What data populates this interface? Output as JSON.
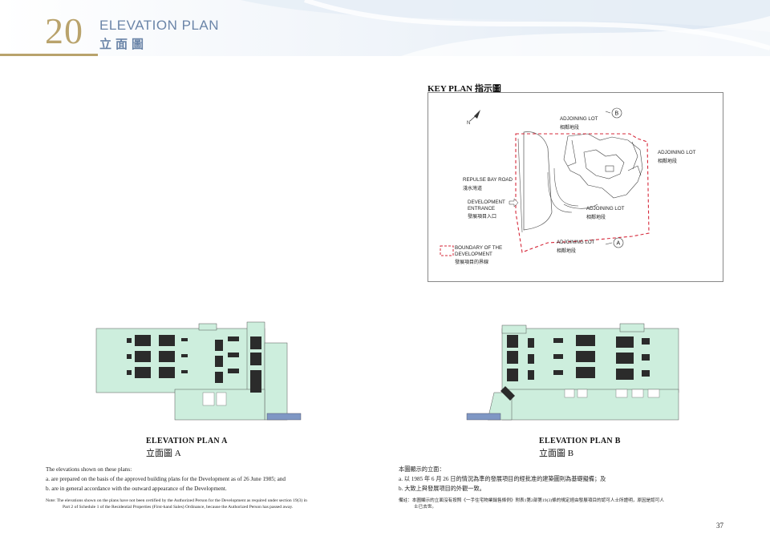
{
  "header": {
    "section_number": "20",
    "title_en": "ELEVATION PLAN",
    "title_zh": "立面圖"
  },
  "key_plan": {
    "title": "KEY PLAN 指示圖",
    "adjoining_lot_top": {
      "en": "ADJOINING LOT",
      "zh": "相鄰地段"
    },
    "adjoining_lot_right": {
      "en": "ADJOINING LOT",
      "zh": "相鄰地段"
    },
    "adjoining_lot_mid": {
      "en": "ADJOINING LOT",
      "zh": "相鄰地段"
    },
    "adjoining_lot_bottom": {
      "en": "ADJOINING LOT",
      "zh": "相鄰地段"
    },
    "road": {
      "en": "REPULSE BAY ROAD",
      "zh": "淺水灣道"
    },
    "entrance": {
      "en_1": "DEVELOPMENT",
      "en_2": "ENTRANCE",
      "zh": "發展項目入口"
    },
    "boundary": {
      "en_1": "BOUNDARY OF THE",
      "en_2": "DEVELOPMENT",
      "zh": "發展項目的界線"
    },
    "marker_a": "A",
    "marker_b": "B",
    "colors": {
      "boundary": "#d6283a",
      "frame": "#888888"
    }
  },
  "elevations": [
    {
      "title_en": "ELEVATION PLAN A",
      "title_zh": "立面圖 A"
    },
    {
      "title_en": "ELEVATION PLAN B",
      "title_zh": "立面圖 B"
    }
  ],
  "notes_en": {
    "intro": "The elevations shown on these plans:",
    "a": "a.  are prepared on the basis of the approved building plans for the Development as of 26 June 1985; and",
    "b": "b.  are in general accordance with the outward appearance of the Development.",
    "note_1": "Note:  The elevations shown on the plans have not been certified by the Authorized Person for the Development as required under section 19(3) in",
    "note_2": "Part 2 of Schedule 1 of the Residential Properties (First-hand Sales) Ordinance, because the Authorized Person has passed away."
  },
  "notes_zh": {
    "intro": "本圖顯示的立面：",
    "a": "a.  以 1985 年 6 月 26 日的情況為準的發展項目的經批准的建築圖則為基礎擬備；及",
    "b": "b.  大致上與發展項目的外觀一致。",
    "note_1": "備註：本圖顯示的立面沒有按照《一手住宅物業銷售條例》附表1第2部第19(3)條的規定經由發展項目的認可人士所證明，原因是認可人",
    "note_2": "士已去世。"
  },
  "page_number": "37",
  "colors": {
    "gold": "#b9a36c",
    "title_blue": "#6b85a8",
    "facade": "#cdeedd",
    "window": "#2b2b2b"
  }
}
